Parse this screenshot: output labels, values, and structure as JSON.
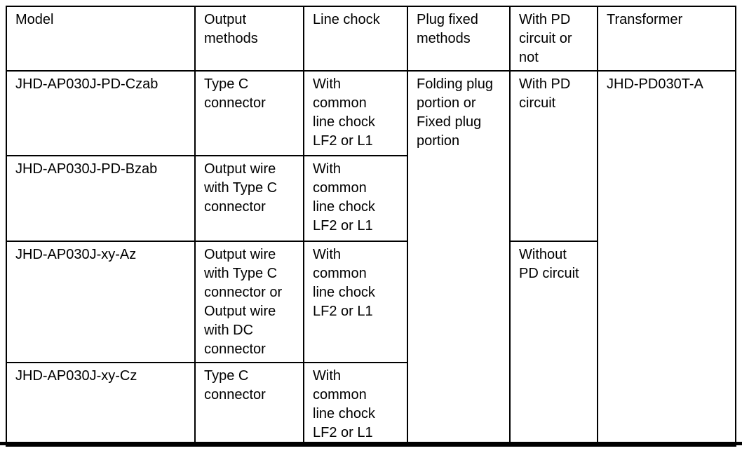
{
  "colors": {
    "border": "#000000",
    "background": "#ffffff",
    "text": "#000000"
  },
  "table": {
    "headers": {
      "model": "Model",
      "output_methods": "Output\nmethods",
      "line_chock": "Line chock",
      "plug_fixed_methods": "Plug fixed\nmethods",
      "pd_circuit": "With PD\ncircuit or\nnot",
      "transformer": "Transformer"
    },
    "rows": [
      {
        "model": "JHD-AP030J-PD-Czab",
        "output_methods": "Type C\nconnector",
        "line_chock": "With\ncommon\nline chock\nLF2 or L1"
      },
      {
        "model": "JHD-AP030J-PD-Bzab",
        "output_methods": "Output wire\nwith Type C\nconnector",
        "line_chock": "With\ncommon\nline chock\nLF2 or L1"
      },
      {
        "model": "JHD-AP030J-xy-Az",
        "output_methods": "Output wire\nwith Type C\nconnector or\nOutput wire\nwith DC\nconnector",
        "line_chock": "With\ncommon\nline chock\nLF2 or L1"
      },
      {
        "model": "JHD-AP030J-xy-Cz",
        "output_methods": "Type C\nconnector",
        "line_chock": "With\ncommon\nline chock\nLF2 or L1"
      }
    ],
    "merged": {
      "plug_fixed_methods": "Folding plug\nportion or\nFixed plug\nportion",
      "with_pd": "With PD\ncircuit",
      "without_pd": "Without\nPD circuit",
      "transformer": "JHD-PD030T-A"
    }
  }
}
